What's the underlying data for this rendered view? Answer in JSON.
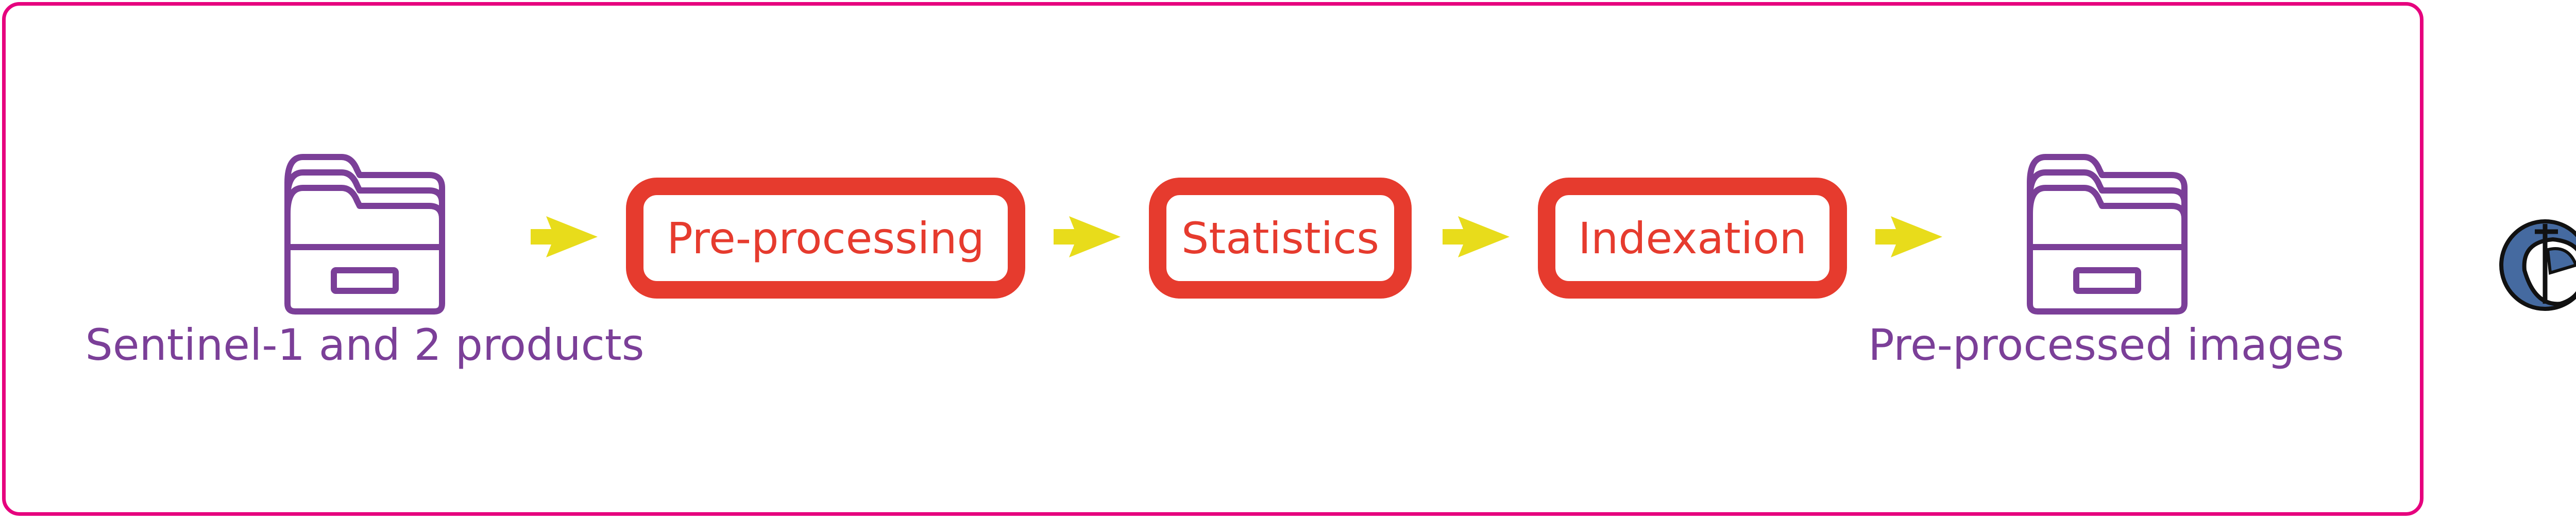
{
  "colors": {
    "frame": "#e6007e",
    "archive": "#7b3f98",
    "step": "#e63b2e",
    "arrow": "#e8dc1b"
  },
  "source": {
    "icon": "folder-archive-icon",
    "label": "Sentinel-1 and 2 products"
  },
  "steps": [
    {
      "label": "Pre-processing"
    },
    {
      "label": "Statistics"
    },
    {
      "label": "Indexation"
    }
  ],
  "output": {
    "icon": "folder-archive-icon",
    "label": "Pre-processed images"
  },
  "arrow_icon": "arrow-right-icon",
  "logo_icon": "logo-icon"
}
